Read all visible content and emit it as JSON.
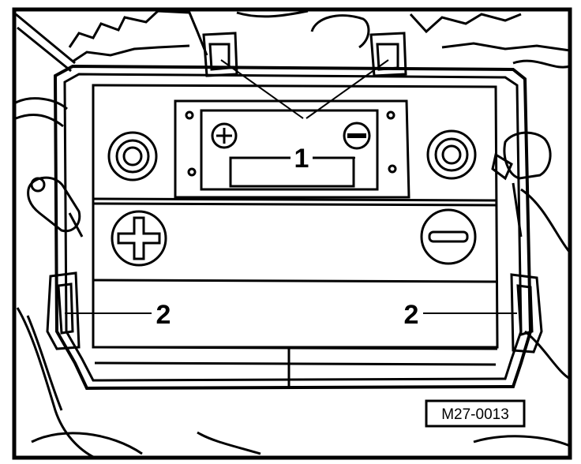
{
  "figure": {
    "callout_1": "1",
    "callout_2_left": "2",
    "callout_2_right": "2",
    "figure_id": "M27-0013"
  },
  "colors": {
    "ink": "#000000",
    "paper": "#ffffff"
  },
  "icons": {
    "plus_terminal_cover": "plus-symbol-icon",
    "minus_terminal_cover": "minus-symbol-icon",
    "plus_top": "plus-symbol-icon",
    "minus_top": "minus-symbol-icon"
  }
}
